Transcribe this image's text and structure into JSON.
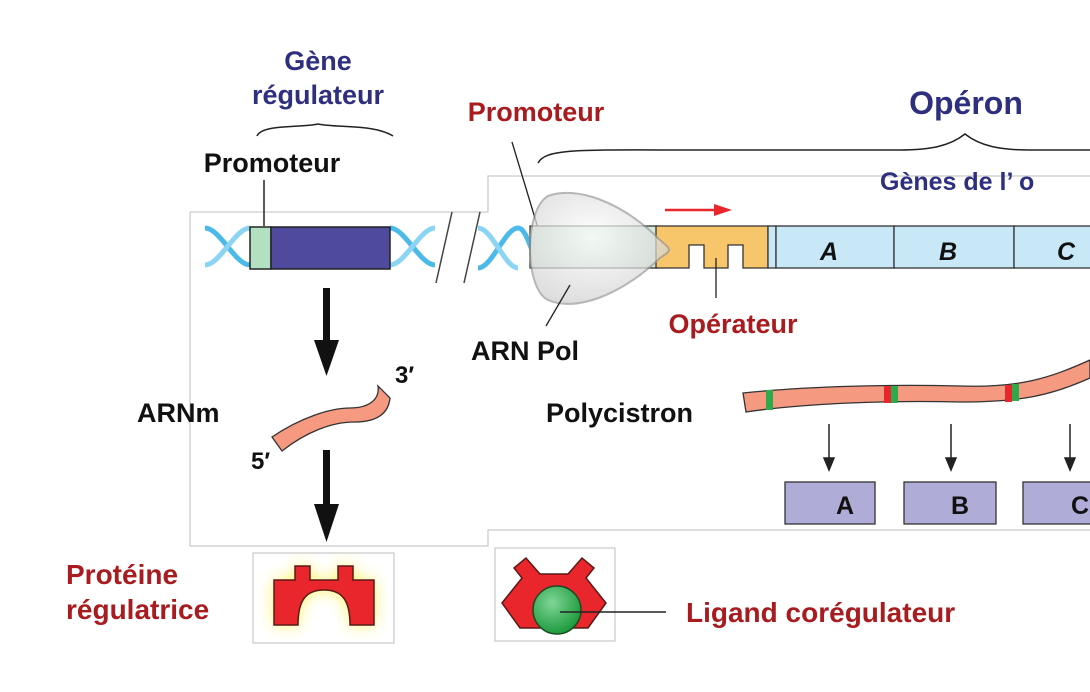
{
  "title": "Opéron bactérien et gène régulateur",
  "regulator_gene": {
    "heading_line1": "Gène",
    "heading_line2": "régulateur",
    "promoter_label": "Promoteur"
  },
  "operon": {
    "heading": "Opéron",
    "genes_heading": "Gènes de l’ o",
    "promoter_label": "Promoteur",
    "operator_label": "Opérateur",
    "rna_pol_label": "ARN Pol",
    "genes": [
      "A",
      "B",
      "C"
    ]
  },
  "mrna": {
    "label": "ARNm",
    "end_3": "3′",
    "end_5": "5′"
  },
  "polycistron": {
    "label": "Polycistron",
    "proteins": [
      "A",
      "B",
      "C"
    ]
  },
  "regulatory_protein": {
    "label_line1": "Protéine",
    "label_line2": "régulatrice"
  },
  "ligand": {
    "label": "Ligand corégulateur"
  },
  "colors": {
    "navy_text": "#2e2f7f",
    "red_text": "#a81c1f",
    "dna_helix": "#3fb6e8",
    "promoter_green": "#b3e0c0",
    "regulator_gene_purple": "#4f4a9e",
    "operator_orange": "#f8c66a",
    "gene_blue": "#c8e8f8",
    "mrna_salmon": "#f59a80",
    "protein_lavender": "#b0acd8",
    "protein_red": "#e8262b",
    "ligand_green": "#2eaa4c",
    "glow_yellow": "#fff35a"
  }
}
